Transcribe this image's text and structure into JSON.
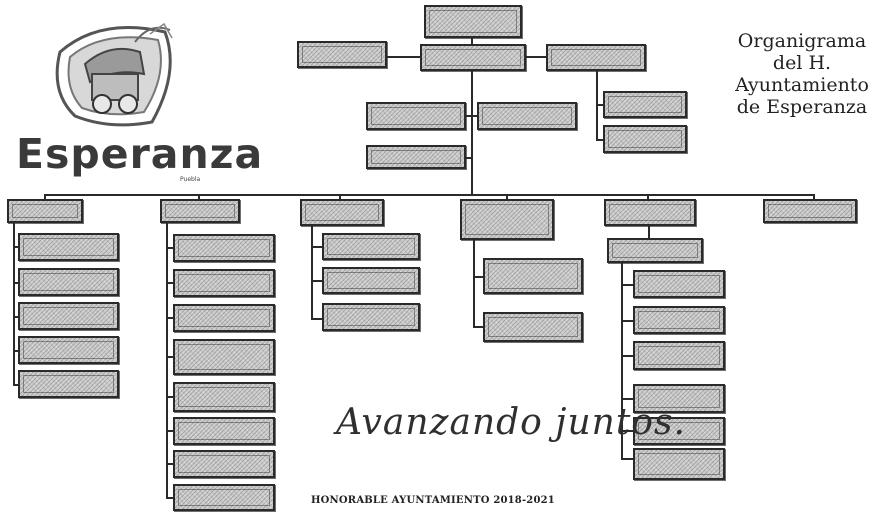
{
  "title_lines": [
    "Organigrama",
    "del H.",
    "Ayuntamiento",
    "de Esperanza"
  ],
  "logo": {
    "wordmark": "Esperanza",
    "sub": "Puebla",
    "icon": "locomotive-emblem-icon"
  },
  "slogan": "Avanzando juntos.",
  "footer": "HONORABLE AYUNTAMIENTO 2018-2021",
  "colors": {
    "box_fill": "#c9c9c9",
    "box_border": "#2a2a2a",
    "line": "#2a2a2a"
  }
}
